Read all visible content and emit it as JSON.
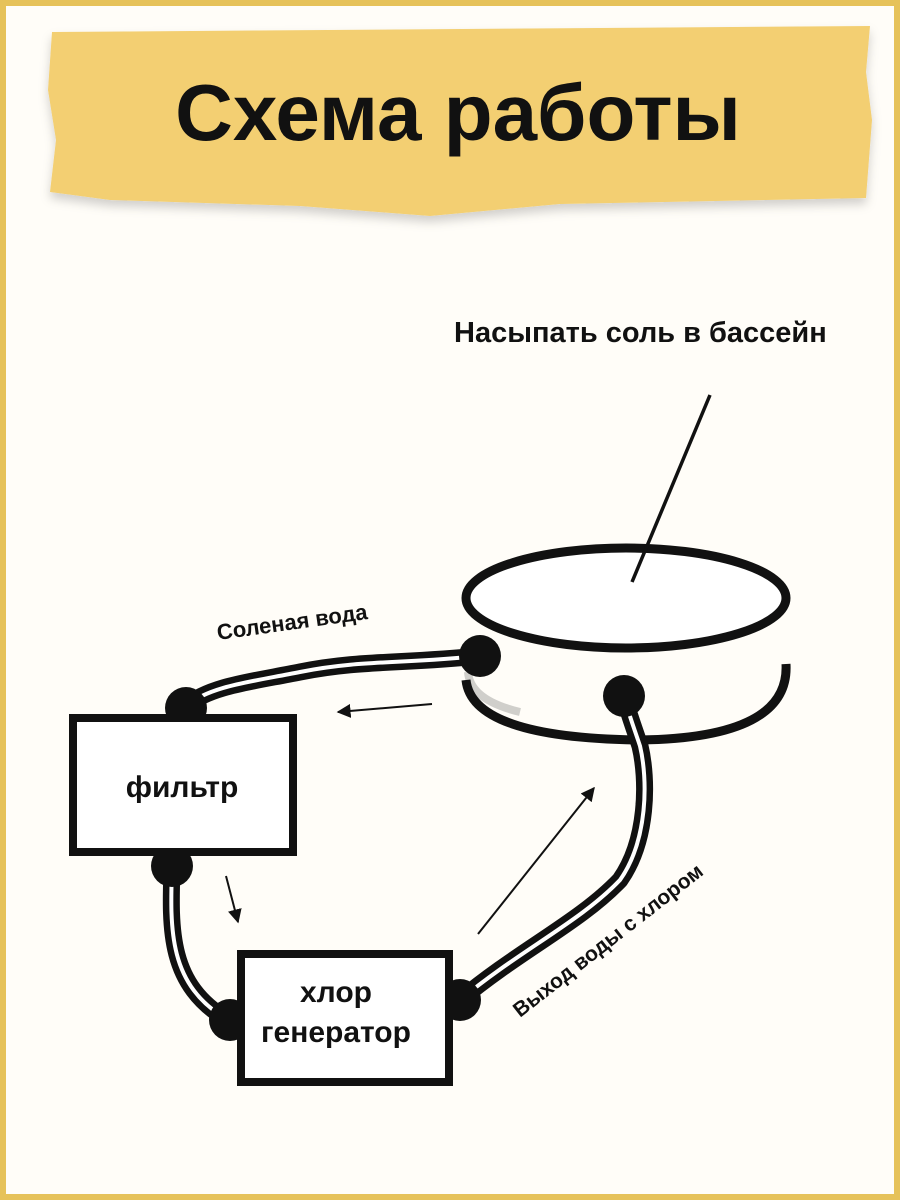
{
  "title": "Схема работы",
  "labels": {
    "salt_instruction": "Насыпать соль в бассейн",
    "salt_water": "Соленая вода",
    "chlorinated_outlet": "Выход воды с хлором"
  },
  "nodes": {
    "filter": "фильтр",
    "chlorinator_line1": "хлор",
    "chlorinator_line2": "генератор"
  },
  "colors": {
    "banner": "#f3cf72",
    "frame": "#e6c25a",
    "ink": "#111111"
  }
}
